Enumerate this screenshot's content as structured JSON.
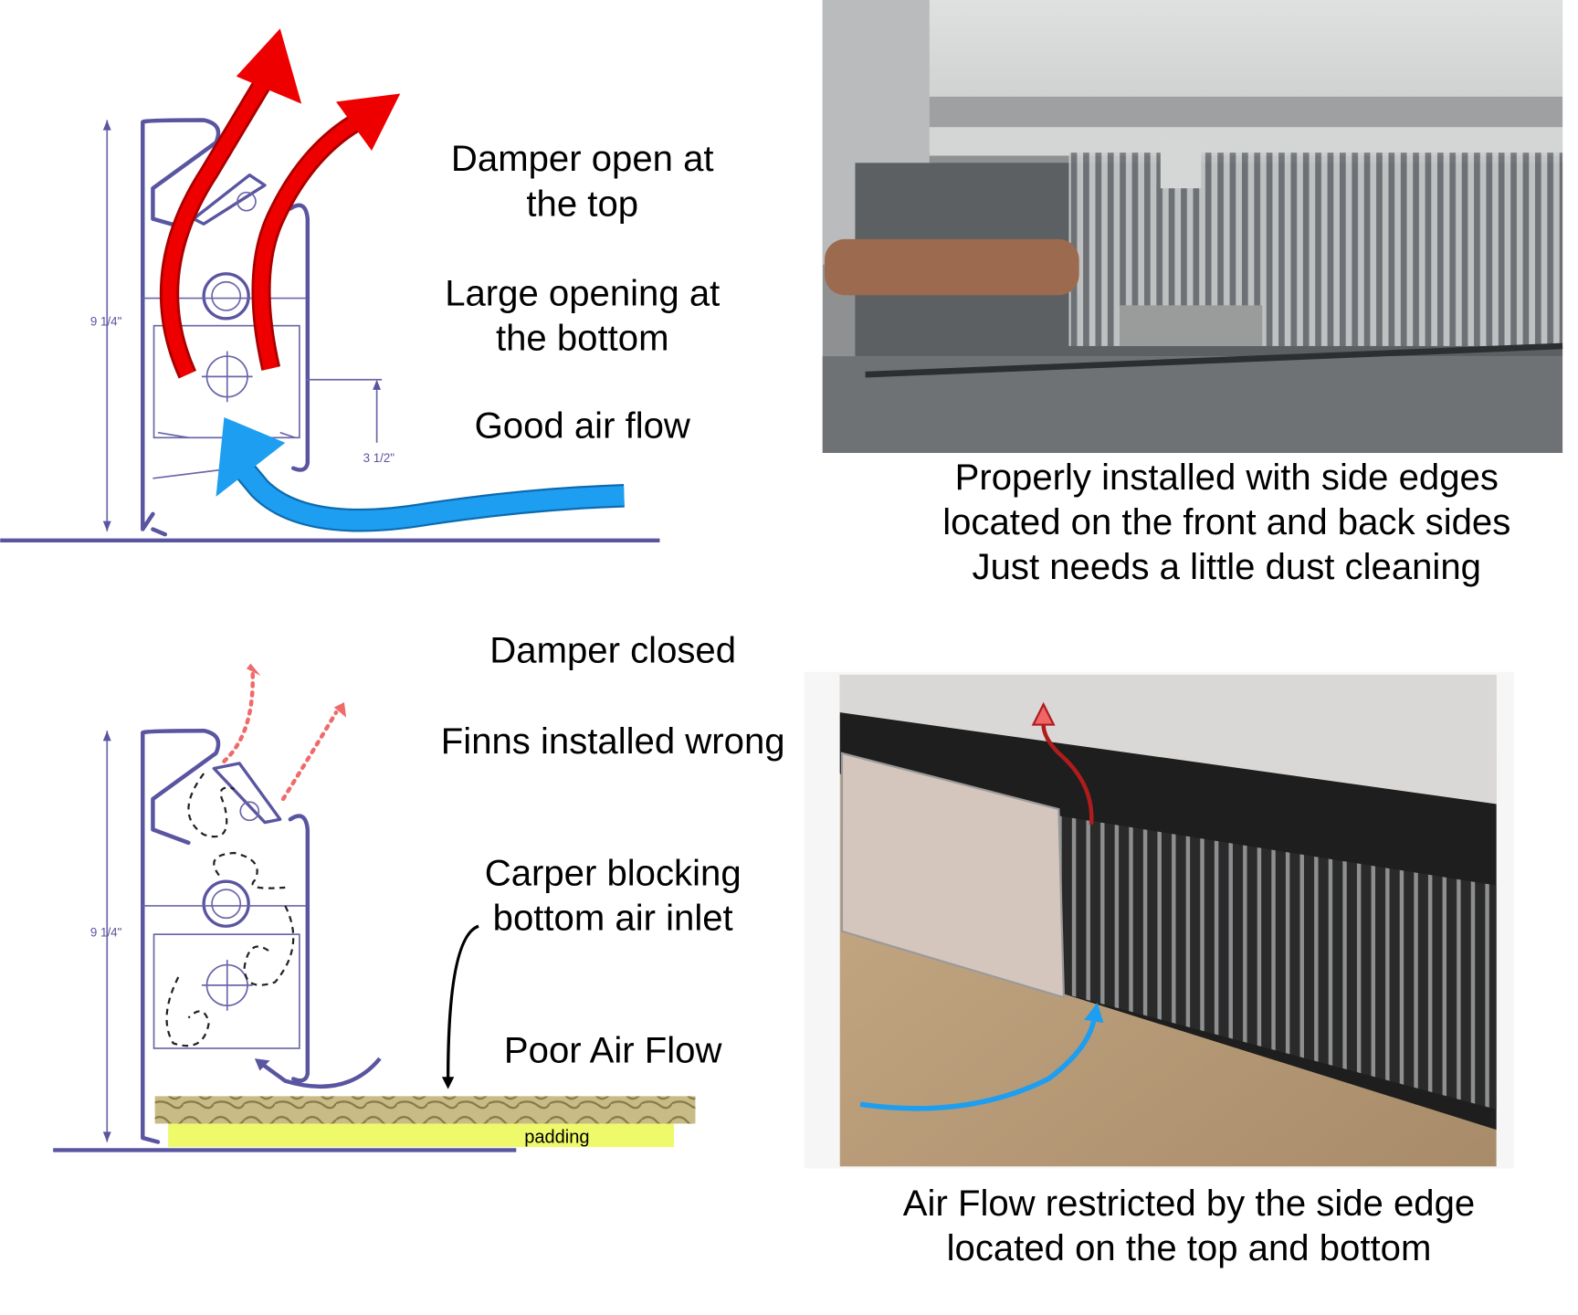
{
  "top_diagram": {
    "labels": [
      "Damper open at",
      "the top",
      "Large opening at",
      "the bottom",
      "Good air flow"
    ],
    "height_dim": "9 1/4\"",
    "inlet_dim": "3 1/2\""
  },
  "top_photo": {
    "caption": [
      "Properly installed with side edges",
      "located on the front and back sides",
      "Just needs a little dust cleaning"
    ]
  },
  "bottom_diagram": {
    "labels": [
      "Damper closed",
      "Finns installed wrong",
      "Carper blocking",
      "bottom air inlet",
      "Poor Air Flow"
    ],
    "height_dim": "9 1/4\"",
    "padding_label": "padding"
  },
  "bottom_photo": {
    "caption": [
      "Air Flow restricted by the side edge",
      "located on the top and bottom"
    ]
  },
  "colors": {
    "hot_air": "#ee0000",
    "cold_air": "#1e9ef0",
    "housing": "#5a55a0",
    "padding": "#eefa6a"
  }
}
